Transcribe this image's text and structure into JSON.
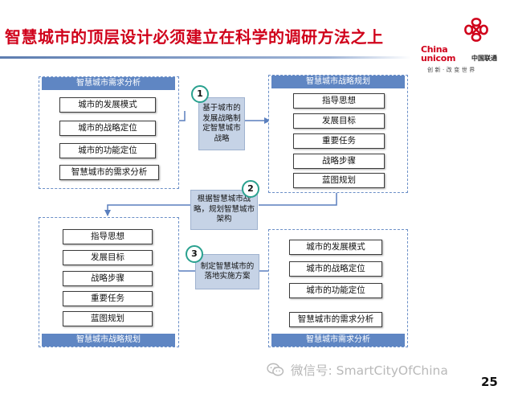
{
  "slide": {
    "title": "智慧城市的顶层设计必须建立在科学的调研方法之上",
    "page_number": "25"
  },
  "logo": {
    "en_line1": "China",
    "en_line2": "unicom",
    "cn_name": "中国联通",
    "slogan": "创新·改变世界",
    "colors": {
      "red": "#d0021b"
    }
  },
  "panels": {
    "p1": {
      "header": "智慧城市需求分析",
      "nodes": [
        "城市的发展模式",
        "城市的战略定位",
        "城市的功能定位",
        "智慧城市的需求分析"
      ]
    },
    "p2": {
      "header": "智慧城市战略规划",
      "nodes": [
        "指导思想",
        "发展目标",
        "重要任务",
        "战略步骤",
        "蓝图规划"
      ]
    },
    "p3": {
      "header": "智慧城市战略规划",
      "nodes": [
        "指导思想",
        "发展目标",
        "战略步骤",
        "重要任务",
        "蓝图规划"
      ]
    },
    "p4": {
      "header": "智慧城市需求分析",
      "nodes": [
        "城市的发展模式",
        "城市的战略定位",
        "城市的功能定位",
        "智慧城市的需求分析"
      ]
    }
  },
  "steps": [
    {
      "number": "1",
      "text": "基于城市的发展战略制定智慧城市战略"
    },
    {
      "number": "2",
      "text": "根据智慧城市战略，规划智慧城市架构"
    },
    {
      "number": "3",
      "text": "制定智慧城市的落地实施方案"
    }
  ],
  "watermark": {
    "text": "微信号: SmartCityOfChina",
    "icon": "wechat-icon"
  },
  "colors": {
    "panel_header": "#5f86c3",
    "panel_border": "#6b8fc7",
    "note_fill": "#c6d3e6",
    "badge_ring": "#2aa18f",
    "arrow": "#5a7fbe"
  }
}
